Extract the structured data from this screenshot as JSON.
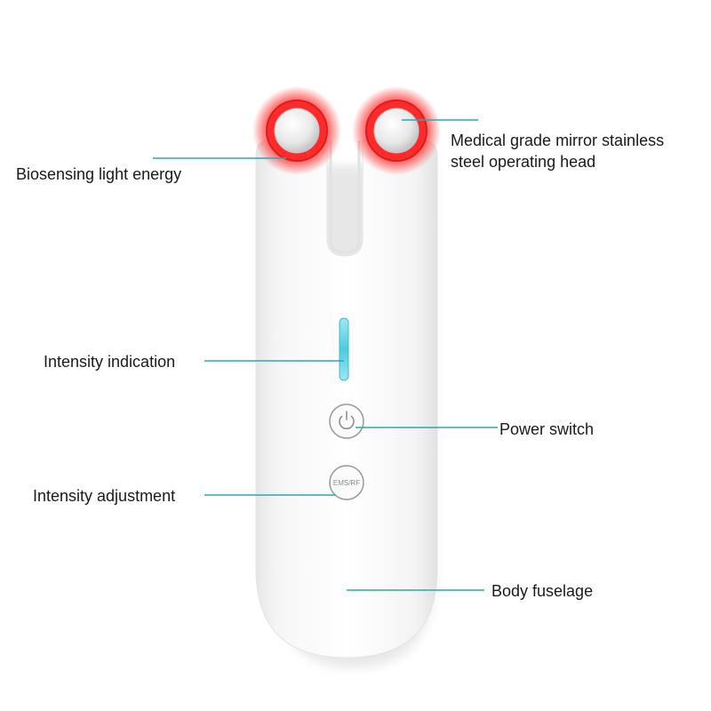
{
  "device": {
    "button_label": "EMS/RF",
    "power_symbol": "power-icon"
  },
  "callouts": {
    "biosensing": "Biosensing light energy",
    "mirror_line1": "Medical grade mirror stainless",
    "mirror_line2": "steel operating head",
    "intensity_indication": "Intensity indication",
    "power_switch": "Power switch",
    "intensity_adjustment": "Intensity adjustment",
    "body_fuselage": "Body fuselage"
  },
  "colors": {
    "leader_line": "#2aa7b3",
    "glow_red": "#ff2a2a",
    "indicator_cyan": "#5fd3e0",
    "body_white": "#ffffff"
  }
}
